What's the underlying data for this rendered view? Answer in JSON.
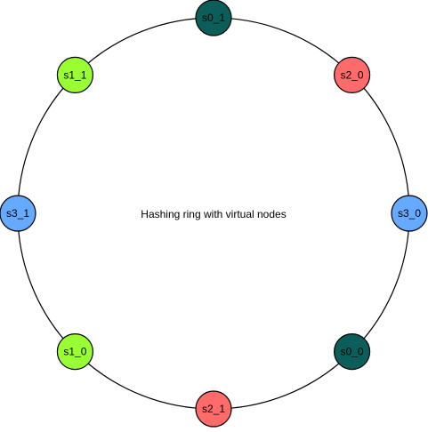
{
  "diagram": {
    "center_label": "Hashing ring with virtual nodes",
    "ring_color": "#000000",
    "node_stroke": "#000000",
    "text_color": "#000000",
    "nodes": [
      {
        "id": "s0_1",
        "label": "s0_1",
        "color": "#0b5e5a"
      },
      {
        "id": "s2_0",
        "label": "s2_0",
        "color": "#ff6b6b"
      },
      {
        "id": "s3_0",
        "label": "s3_0",
        "color": "#66aaff"
      },
      {
        "id": "s0_0",
        "label": "s0_0",
        "color": "#0b5e5a"
      },
      {
        "id": "s2_1",
        "label": "s2_1",
        "color": "#ff6b6b"
      },
      {
        "id": "s1_0",
        "label": "s1_0",
        "color": "#99ff33"
      },
      {
        "id": "s3_1",
        "label": "s3_1",
        "color": "#66aaff"
      },
      {
        "id": "s1_1",
        "label": "s1_1",
        "color": "#99ff33"
      }
    ]
  }
}
